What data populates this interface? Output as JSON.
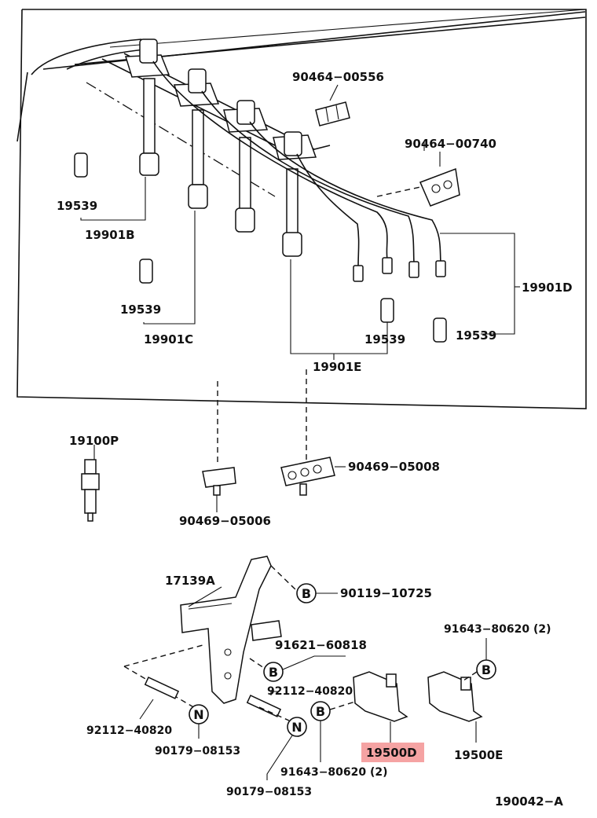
{
  "labels": {
    "p90464_00556": "90464−00556",
    "p90464_00740": "90464−00740",
    "p19539_a": "19539",
    "p19539_b": "19539",
    "p19539_c": "19539",
    "p19539_d": "19539",
    "p19901B": "19901B",
    "p19901C": "19901C",
    "p19901D": "19901D",
    "p19901E": "19901E",
    "p19100P": "19100P",
    "p90469_05006": "90469−05006",
    "p90469_05008": "90469−05008",
    "p17139A": "17139A",
    "p90119_10725": "90119−10725",
    "p91621_60818": "91621−60818",
    "p92112_40820_a": "92112−40820",
    "p92112_40820_b": "92112−40820",
    "p90179_08153_a": "90179−08153",
    "p90179_08153_b": "90179−08153",
    "p91643_80620_a": "91643−80620 (2)",
    "p91643_80620_b": "91643−80620 (2)",
    "p19500D": "19500D",
    "p19500E": "19500E",
    "diagram_code": "190042−A"
  },
  "callouts": {
    "B": "B",
    "N": "N"
  },
  "highlight_color": "#f5a3a3"
}
